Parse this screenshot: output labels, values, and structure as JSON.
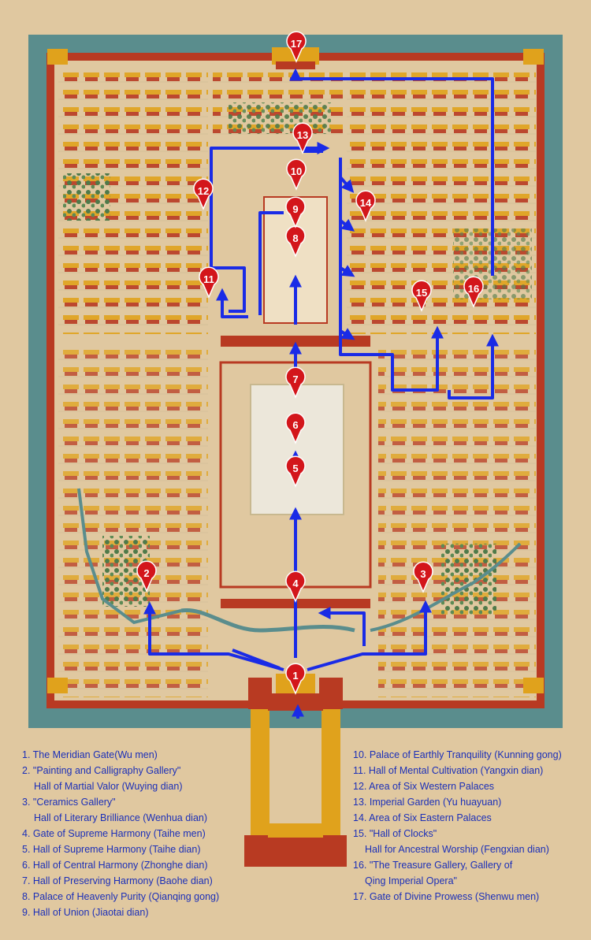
{
  "map": {
    "markers": [
      {
        "id": "1",
        "label": "1"
      },
      {
        "id": "2",
        "label": "2"
      },
      {
        "id": "3",
        "label": "3"
      },
      {
        "id": "4",
        "label": "4"
      },
      {
        "id": "5",
        "label": "5"
      },
      {
        "id": "6",
        "label": "6"
      },
      {
        "id": "7",
        "label": "7"
      },
      {
        "id": "8",
        "label": "8"
      },
      {
        "id": "9",
        "label": "9"
      },
      {
        "id": "10",
        "label": "10"
      },
      {
        "id": "11",
        "label": "11"
      },
      {
        "id": "12",
        "label": "12"
      },
      {
        "id": "13",
        "label": "13"
      },
      {
        "id": "14",
        "label": "14"
      },
      {
        "id": "15",
        "label": "15"
      },
      {
        "id": "16",
        "label": "16"
      },
      {
        "id": "17",
        "label": "17"
      }
    ],
    "colors": {
      "route": "#1a2be6",
      "pin": "#d3161b",
      "wall": "#b83a22",
      "moat": "#5a8d8d",
      "roof": "#e0a21c",
      "ground": "#e0c8a0",
      "legend_text": "#1b2fb8"
    }
  },
  "legend": {
    "left": [
      {
        "text": "1. The Meridian Gate(Wu men)"
      },
      {
        "text": "2. \"Painting and Calligraphy Gallery\""
      },
      {
        "text": "Hall of Martial Valor (Wuying dian)",
        "indent": true
      },
      {
        "text": "3. \"Ceramics Gallery\""
      },
      {
        "text": "Hall of Literary Brilliance (Wenhua dian)",
        "indent": true
      },
      {
        "text": "4. Gate of Supreme Harmony (Taihe men)"
      },
      {
        "text": "5. Hall of Supreme Harmony (Taihe dian)"
      },
      {
        "text": "6. Hall of Central Harmony (Zhonghe dian)"
      },
      {
        "text": "7. Hall of Preserving Harmony (Baohe dian)"
      },
      {
        "text": "8. Palace of Heavenly Purity (Qianqing gong)"
      },
      {
        "text": "9. Hall of Union (Jiaotai dian)"
      }
    ],
    "right": [
      {
        "text": "10. Palace of Earthly Tranquility (Kunning gong)"
      },
      {
        "text": "11. Hall of Mental Cultivation (Yangxin dian)"
      },
      {
        "text": "12. Area of Six Western Palaces"
      },
      {
        "text": "13. Imperial Garden (Yu huayuan)"
      },
      {
        "text": "14. Area of Six Eastern Palaces"
      },
      {
        "text": "15. \"Hall of Clocks\""
      },
      {
        "text": "Hall for Ancestral Worship (Fengxian dian)",
        "indent": true
      },
      {
        "text": "16. \"The Treasure Gallery, Gallery of"
      },
      {
        "text": "Qing Imperial Opera\"",
        "indent": true
      },
      {
        "text": "17. Gate of Divine Prowess (Shenwu men)"
      }
    ]
  }
}
